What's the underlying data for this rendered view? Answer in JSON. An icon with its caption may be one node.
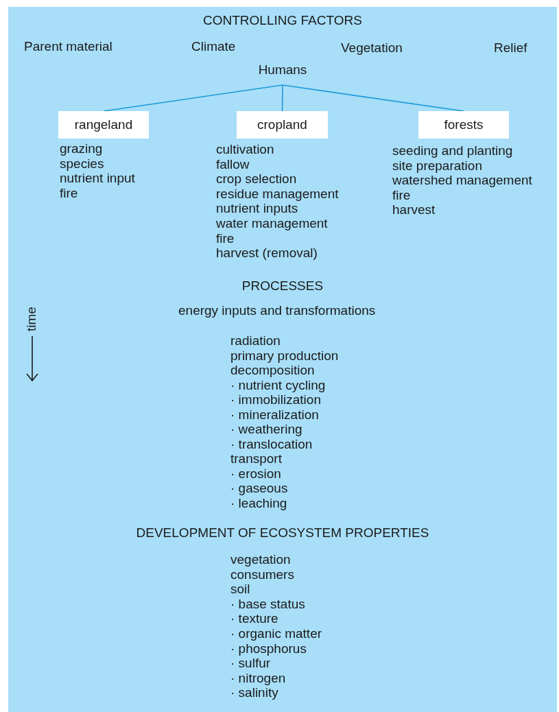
{
  "diagram": {
    "title": "CONTROLLING FACTORS",
    "nodes": [
      {
        "text": [
          "Humans"
        ]
      },
      {
        "text": [
          "rangeland"
        ],
        "beside": [
          "grazing",
          "species",
          "nutrient input",
          "fire"
        ]
      },
      {
        "text": [
          "cropland"
        ],
        "beside": [
          "cultivation",
          "fallow",
          "crop selection",
          "residue management",
          "nutrient inputs",
          "water management",
          "fire",
          "harvest (removal)"
        ]
      },
      {
        "text": [
          "forests"
        ],
        "beside": [
          "seeding and planting",
          "site preparation",
          "watershed management",
          "fire",
          "harvest"
        ]
      }
    ],
    "edges": [
      {
        "from": 0,
        "to": 1,
        "arrow": "none"
      },
      {
        "from": 0,
        "to": 2,
        "arrow": "none"
      },
      {
        "from": 0,
        "to": 3,
        "arrow": "none"
      }
    ],
    "labels": [
      "Parent material",
      "Climate",
      "Vegetation",
      "Relief",
      "PROCESSES",
      "energy inputs and transformations",
      "time",
      "radiation",
      "primary production",
      "decomposition",
      "· nutrient cycling",
      "· immobilization",
      "· mineralization",
      "· weathering",
      "· translocation",
      "transport",
      "· erosion",
      "· gaseous",
      "· leaching",
      "DEVELOPMENT OF ECOSYSTEM PROPERTIES",
      "vegetation",
      "consumers",
      "soil",
      "· base status",
      "· texture",
      "· organic matter",
      "· phosphorus",
      "· sulfur",
      "· nitrogen",
      "· salinity"
    ]
  }
}
